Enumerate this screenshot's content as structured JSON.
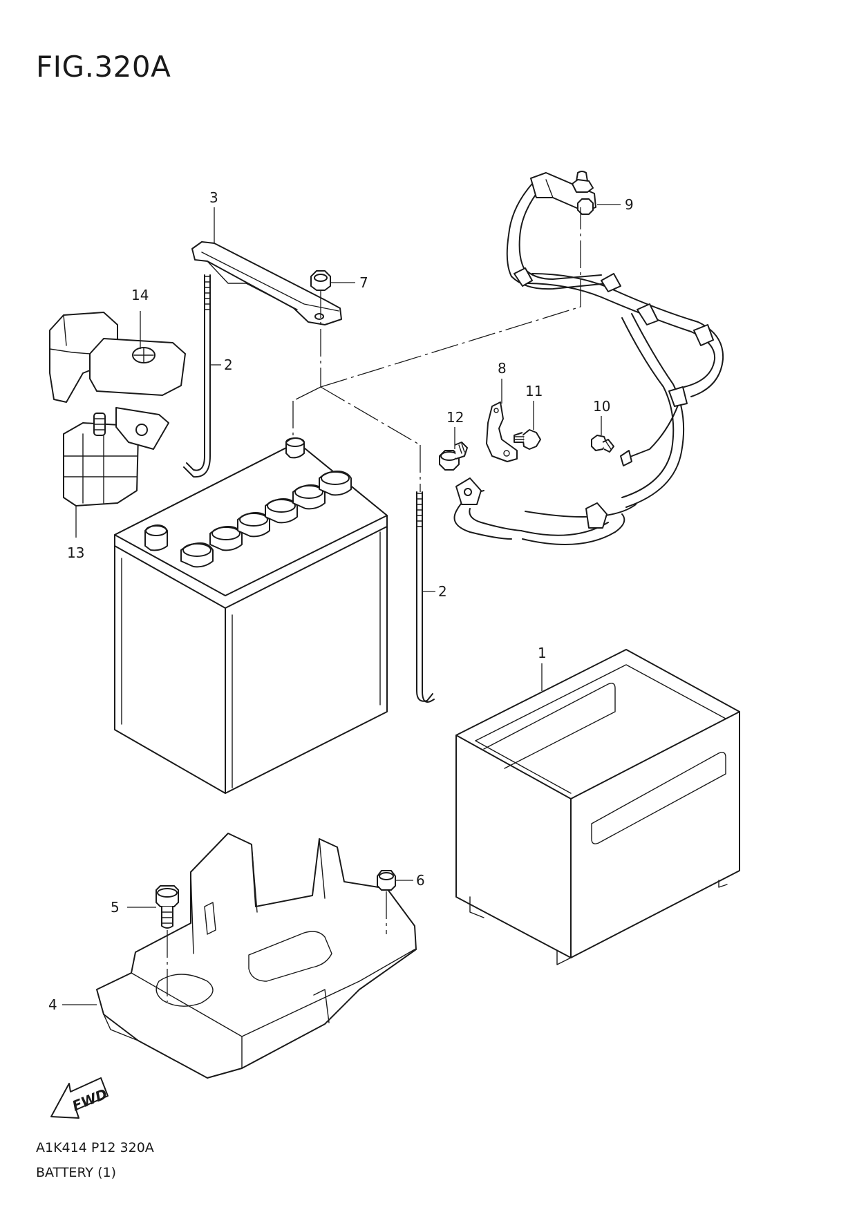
{
  "figure": {
    "title": "FIG.320A",
    "code": "A1K414 P12 320A",
    "caption": "BATTERY (1)"
  },
  "fwd_label": "FWD",
  "callouts": {
    "c1": "1",
    "c2a": "2",
    "c2b": "2",
    "c3": "3",
    "c4": "4",
    "c5": "5",
    "c6": "6",
    "c7": "7",
    "c8": "8",
    "c9": "9",
    "c10": "10",
    "c11": "11",
    "c12": "12",
    "c13": "13",
    "c14": "14"
  }
}
